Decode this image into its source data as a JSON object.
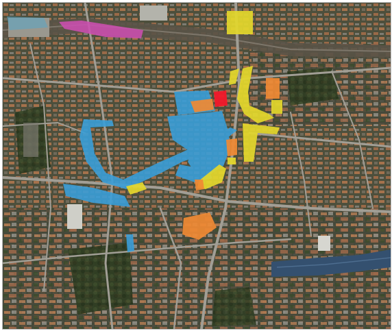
{
  "map": {
    "view": "aerial-photo",
    "colors": {
      "ground": "#4a4f3b",
      "roof_orange": "#b8734a",
      "roof_grey": "#8c8c86",
      "tree_green": "#2f3d22",
      "road": "#9a9890",
      "rail": "#5a5347",
      "water": "#2f4a6a",
      "overlay_blue": "#3a9ed8",
      "overlay_yellow": "#e4d82c",
      "overlay_orange": "#f08a34",
      "overlay_red": "#f2182a",
      "overlay_magenta": "#cc4fb0"
    },
    "legend_categories": [
      "blue",
      "yellow",
      "orange",
      "red",
      "magenta"
    ]
  }
}
